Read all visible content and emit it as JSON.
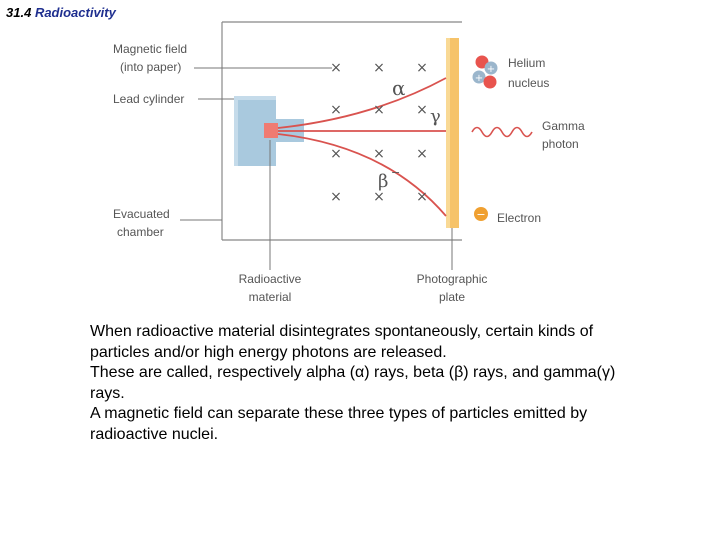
{
  "slide": {
    "section_number": "31.4",
    "section_title": "Radioactivity"
  },
  "diagram": {
    "labels": {
      "magnetic_field_line1": "Magnetic field",
      "magnetic_field_line2": "(into paper)",
      "lead_cylinder": "Lead cylinder",
      "evacuated_line1": "Evacuated",
      "evacuated_line2": "chamber",
      "radioactive_line1": "Radioactive",
      "radioactive_line2": "material",
      "photographic_line1": "Photographic",
      "photographic_line2": "plate",
      "helium_line1": "Helium",
      "helium_line2": "nucleus",
      "gamma_line1": "Gamma",
      "gamma_line2": "photon",
      "electron": "Electron"
    },
    "symbols": {
      "alpha": "α",
      "beta": "β",
      "beta_charge": "−",
      "gamma": "γ",
      "field_mark": "×",
      "plus": "+",
      "minus": "−"
    },
    "colors": {
      "ray": "#d9534f",
      "plate": "#f6c36a",
      "lead": "#a9c9de",
      "source": "#f07b72",
      "proton": "#e8544e",
      "neutron": "#9bb6cc",
      "electron": "#f0a030"
    }
  },
  "text": {
    "lines": [
      "When radioactive material disintegrates spontaneously, certain kinds of",
      "particles and/or high energy photons are released.",
      "These are called, respectively  alpha (α) rays, beta (β) rays, and gamma(γ)",
      "rays.",
      "A magnetic field can separate these three types of particles emitted by",
      "radioactive nuclei."
    ]
  }
}
